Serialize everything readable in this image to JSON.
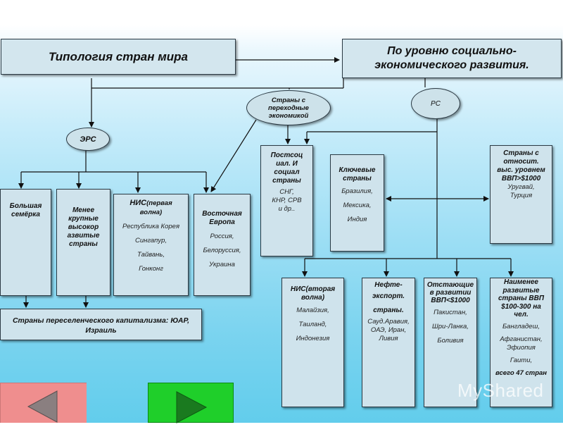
{
  "title": "Типология стран мира",
  "subtitle": "По уровню социально-экономического развития.",
  "ellipses": {
    "ers": "ЭРС",
    "transition": "Страны с переходные экономикой",
    "rs": "РС"
  },
  "ers_boxes": {
    "big_seven": "Большая семёрка",
    "less_large": "Менее крупные высокор азвитые страны",
    "nis1_title": "НИС",
    "nis1_suffix": "(первая волна)",
    "nis1_countries": [
      "Республика Корея",
      "Сингапур,",
      "Тайвань,",
      "Гонконг"
    ],
    "east_europe_title": "Восточная Европа",
    "east_europe_countries": [
      "Россия,",
      "Белоруссия,",
      "Украина"
    ]
  },
  "settler": "Страны переселенческого капитализма: ЮАР, Израиль",
  "postsoc": {
    "title": "Постсоц иал. И социал страны",
    "countries": [
      "СНГ,",
      "КНР, СРВ",
      "и др.."
    ]
  },
  "key": {
    "title": "Ключевые страны",
    "countries": [
      "Бразилия,",
      "Мексика,",
      "Индия"
    ]
  },
  "relative": {
    "title": "Страны с относит. выс. уровнем",
    "gdp": "ВВП>$1000",
    "countries": [
      "Уругвай,",
      "Турция"
    ]
  },
  "nis2": {
    "title": "НИС(вторая волна)",
    "countries": [
      "Малайзия,",
      "Таиланд,",
      "Индонезия"
    ]
  },
  "oil": {
    "title_lines": [
      "Нефте-",
      "экспорт.",
      "страны."
    ],
    "countries": "Сауд.Аравия, ОАЭ, Иран, Ливия"
  },
  "lagging": {
    "title": "Отстающие в развитии ВВП<$1000",
    "countries": [
      "Пакистан,",
      "Шри-Ланка,",
      "Боливия"
    ]
  },
  "least": {
    "title": "Наименее развитые страны ВВП $100-300 на чел.",
    "countries": [
      "Бангладеш,",
      "Афганистан, Эфиопия",
      "Гаити,"
    ],
    "total": "всего 47 стран"
  },
  "watermark": "MyShared",
  "colors": {
    "box_fill": "#cfe3ec",
    "nav_back": "#ef8e8e",
    "nav_forward": "#1fcf2a"
  },
  "icons": [
    "back-arrow-icon",
    "forward-arrow-icon"
  ]
}
